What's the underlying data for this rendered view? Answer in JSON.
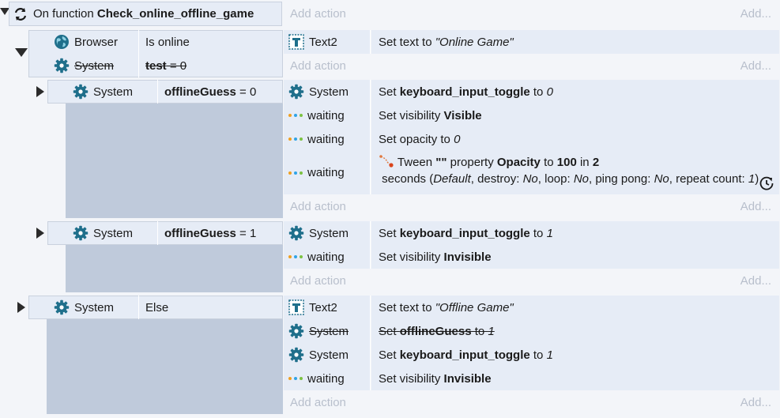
{
  "header": {
    "prefix": "On function ",
    "function_name": "Check_online_offline_game",
    "add_action": "Add action",
    "add": "Add..."
  },
  "colors": {
    "accent": "#1f6f8b",
    "dot_orange": "#f0a020",
    "dot_blue": "#2fa4e7",
    "dot_green": "#7cc242"
  },
  "events": {
    "e1": {
      "conds": [
        {
          "object": "Browser",
          "condition": "Is online"
        },
        {
          "object": "System",
          "cond_bold": "test",
          "cond_rest": " = 0"
        }
      ],
      "actions": [
        {
          "object": "Text2",
          "prefix": "Set text to ",
          "value": "\"Online Game\""
        }
      ],
      "add_action": "Add action",
      "add": "Add..."
    },
    "e1a": {
      "cond": {
        "object": "System",
        "var": "offlineGuess",
        "rest": " = 0"
      },
      "actions": [
        {
          "object": "System",
          "prefix": "Set ",
          "var": "keyboard_input_toggle",
          "mid": " to ",
          "value": "0"
        },
        {
          "object": "waiting",
          "prefix": "Set visibility ",
          "value": "Visible"
        },
        {
          "object": "waiting",
          "prefix": "Set opacity to ",
          "value": "0"
        }
      ],
      "tween": {
        "object": "waiting",
        "t1": " Tween ",
        "t2": "\"\"",
        "t3": " property ",
        "t4": "Opacity",
        "t5": " to ",
        "t6": "100",
        "t7": " in ",
        "t8": "2",
        "t9": " seconds (",
        "t10": "Default",
        "t11": ", destroy: ",
        "t12": "No",
        "t13": ", loop: ",
        "t14": "No",
        "t15": ", ping pong: ",
        "t16": "No",
        "t17": ", repeat count: ",
        "t18": "1",
        "t19": ")"
      },
      "add_action": "Add action",
      "add": "Add..."
    },
    "e1b": {
      "cond": {
        "object": "System",
        "var": "offlineGuess",
        "rest": " = 1"
      },
      "actions": [
        {
          "object": "System",
          "prefix": "Set ",
          "var": "keyboard_input_toggle",
          "mid": " to ",
          "value": "1"
        },
        {
          "object": "waiting",
          "prefix": "Set visibility ",
          "value": "Invisible"
        }
      ],
      "add_action": "Add action",
      "add": "Add..."
    },
    "e2": {
      "cond": {
        "object": "System",
        "condition": "Else"
      },
      "actions": [
        {
          "object": "Text2",
          "prefix": "Set text to ",
          "value": "\"Offline Game\""
        },
        {
          "object": "System",
          "prefix": "Set ",
          "var": "offlineGuess",
          "mid": " to ",
          "value": "1"
        },
        {
          "object": "System",
          "prefix": "Set ",
          "var": "keyboard_input_toggle",
          "mid": " to ",
          "value": "1"
        },
        {
          "object": "waiting",
          "prefix": "Set visibility ",
          "value": "Invisible"
        }
      ],
      "add_action": "Add action",
      "add": "Add..."
    }
  }
}
